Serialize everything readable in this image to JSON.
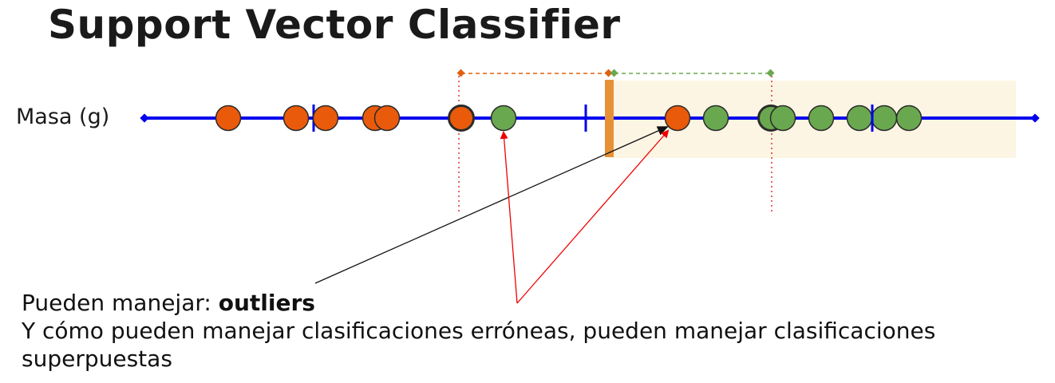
{
  "title": "Support Vector Classifier",
  "axis": {
    "label": "Masa (g)",
    "line_color": "#0000ee"
  },
  "colors": {
    "orange_point": "#ea5a0b",
    "green_point": "#6aa84f",
    "threshold": "#e69138",
    "soft_margin_region": "#fdf5e3",
    "orange_margin": "#e06010",
    "green_margin": "#6aa84f",
    "guide_line": "#e03030",
    "arrow_red": "#ee0000",
    "arrow_black": "#111111"
  },
  "points": {
    "orange": [
      "p1",
      "p2",
      "p3",
      "p4",
      "p5",
      "p6",
      "p7-outlier"
    ],
    "green": [
      "g1",
      "g2",
      "g3",
      "g4",
      "g5",
      "g6",
      "g7",
      "g8"
    ]
  },
  "icons": {
    "axis_end_markers": "diamond",
    "threshold": "vertical-bar"
  },
  "caption": {
    "line1_prefix": "Pueden manejar: ",
    "line1_bold": "outliers",
    "line2": "Y cómo pueden manejar clasificaciones erróneas, pueden manejar clasificaciones",
    "line3": "superpuestas"
  }
}
